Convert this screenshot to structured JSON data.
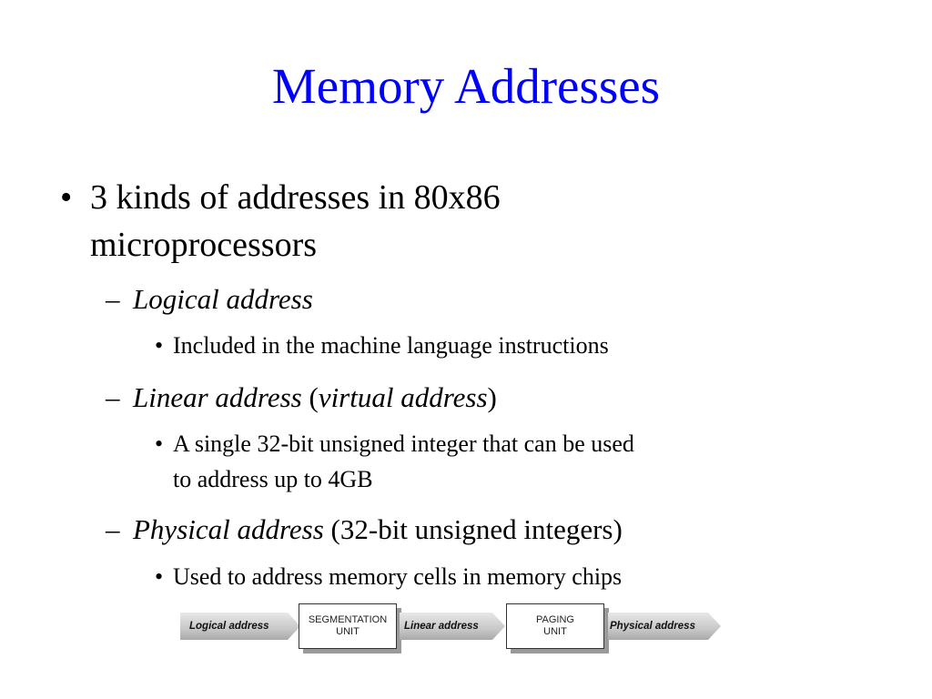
{
  "slide": {
    "title": "Memory Addresses",
    "bullet_symbol": "•",
    "dash_symbol": "–",
    "point1": {
      "line1": "3 kinds of addresses in 80x86",
      "line2": "microprocessors"
    },
    "logical": {
      "label": "Logical address",
      "detail": "Included in the machine language instructions"
    },
    "linear": {
      "label": "Linear address",
      "open_paren": " (",
      "alt_label": "virtual address",
      "close_paren": ")",
      "detail_line1": "A single 32-bit unsigned integer that can be used",
      "detail_line2": "to address up to 4GB"
    },
    "physical": {
      "label": "Physical address",
      "suffix": " (32-bit unsigned integers)",
      "detail": "Used to address memory cells in memory chips"
    }
  },
  "diagram": {
    "logical_label": "Logical address",
    "segmentation_unit": {
      "line1": "SEGMENTATION",
      "line2": "UNIT"
    },
    "linear_label": "Linear address",
    "paging_unit": {
      "line1": "PAGING",
      "line2": "UNIT"
    },
    "physical_label": "Physical address"
  },
  "colors": {
    "title": "#0000ff",
    "text": "#000000",
    "arrow": "#c8c8c8"
  }
}
